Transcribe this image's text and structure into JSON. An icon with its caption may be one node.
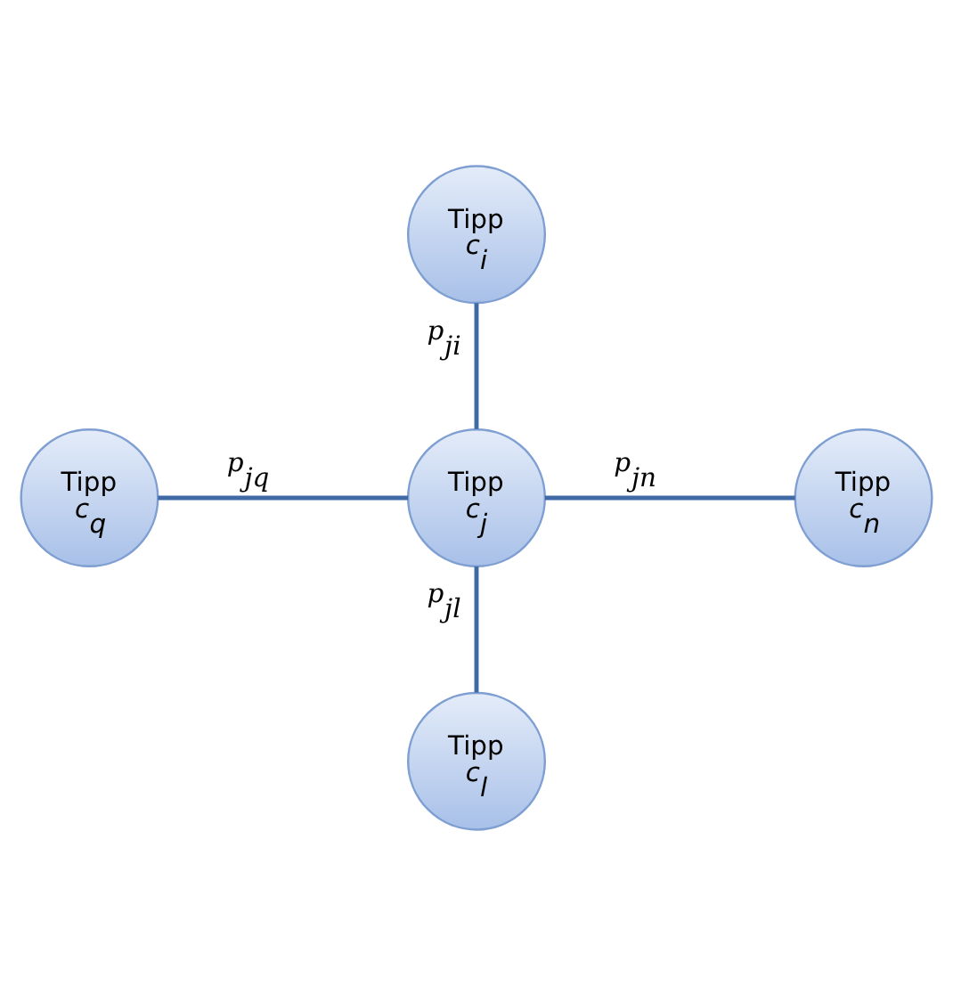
{
  "diagram": {
    "nodes": [
      {
        "text": [
          "Tipp",
          "c$_{i}$"
        ]
      },
      {
        "text": [
          "Tipp",
          "c$_{q}$"
        ]
      },
      {
        "text": [
          "Tipp",
          "c$_{j}$"
        ]
      },
      {
        "text": [
          "Tipp",
          "c$_{n}$"
        ]
      },
      {
        "text": [
          "Tipp",
          "c$_{l}$"
        ]
      }
    ],
    "edges": [
      {
        "from": 0,
        "to": 2,
        "arrow": "none",
        "label": "p$_{ji}$"
      },
      {
        "from": 1,
        "to": 2,
        "arrow": "none",
        "label": "p$_{jq}$"
      },
      {
        "from": 2,
        "to": 3,
        "arrow": "none",
        "label": "p$_{jn}$"
      },
      {
        "from": 2,
        "to": 4,
        "arrow": "none",
        "label": "p$_{jl}$"
      }
    ]
  }
}
